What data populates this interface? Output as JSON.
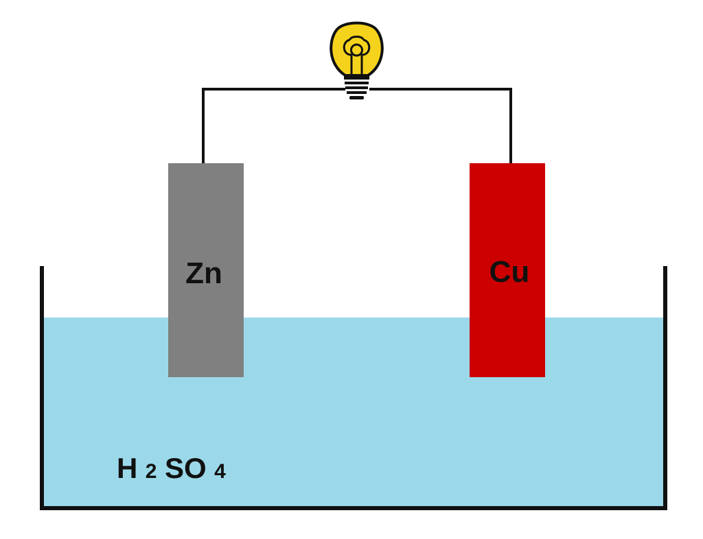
{
  "diagram": {
    "electrodes": {
      "left_label": "Zn",
      "right_label": "Cu"
    },
    "electrolyte": {
      "symbol_h": "H",
      "sub_2": "2",
      "symbol_so": "SO",
      "sub_4": "4"
    },
    "colors": {
      "solution": "#9bd9ea",
      "zinc": "#808080",
      "copper": "#cc0000",
      "bulb_glass": "#f5d31c",
      "wire": "#111111"
    },
    "icons": {
      "bulb": "light-bulb-icon"
    }
  }
}
